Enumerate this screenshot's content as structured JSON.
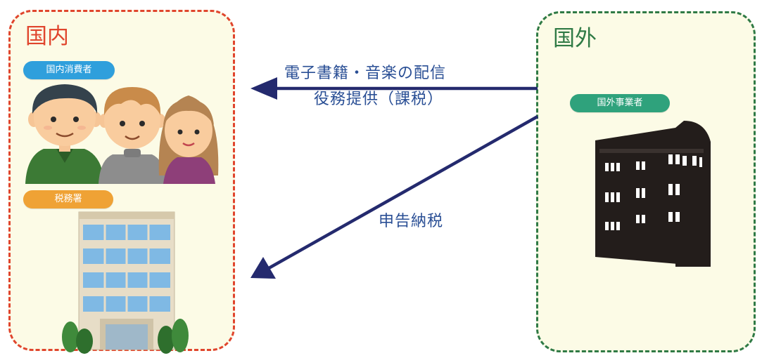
{
  "domestic": {
    "title": "国内",
    "consumers_label": "国内消費者",
    "tax_office_label": "税務署",
    "color": "#e0452d"
  },
  "foreign": {
    "title": "国外",
    "business_label": "国外事業者",
    "color": "#2f7a45"
  },
  "arrows": {
    "service_line1": "電子書籍・音楽の配信",
    "service_line2": "役務提供（課税）",
    "filing": "申告納税",
    "color": "#242a6e"
  },
  "icons": [
    "consumer-man-icon",
    "consumer-boy-icon",
    "consumer-woman-icon",
    "tax-office-building-icon",
    "foreign-building-icon"
  ]
}
